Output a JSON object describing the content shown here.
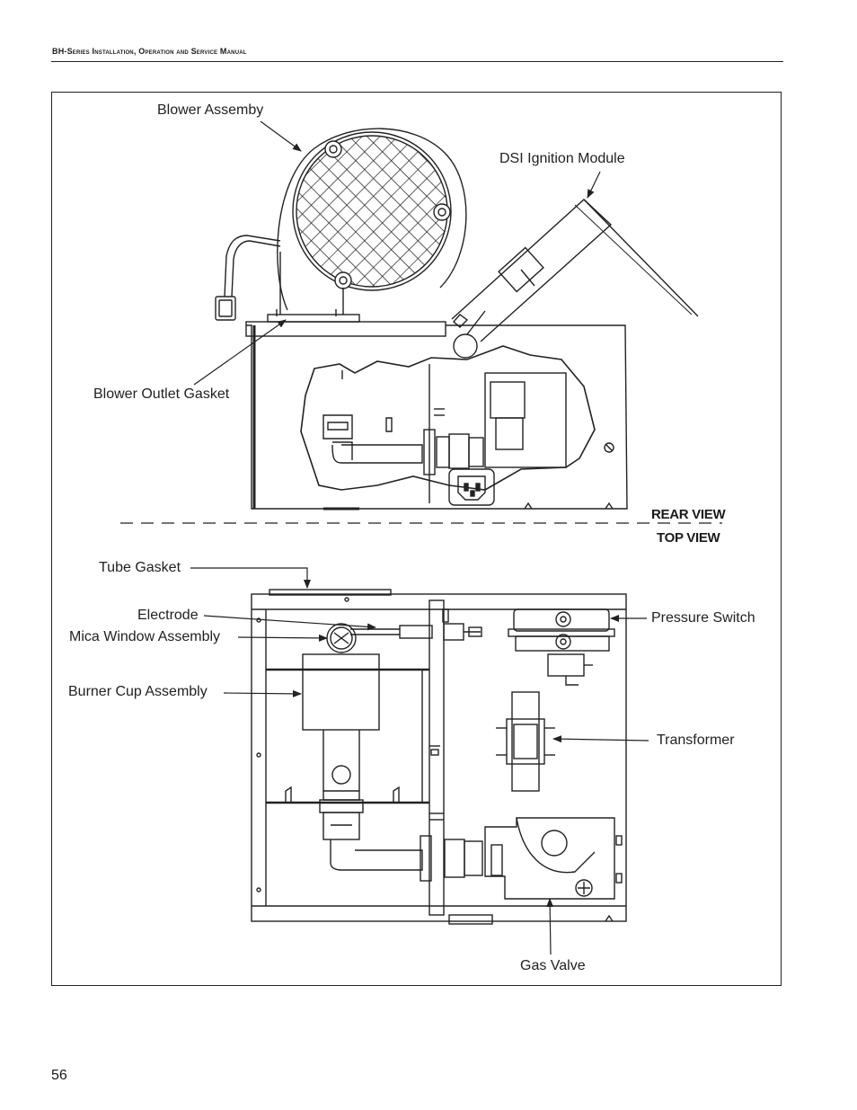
{
  "header": {
    "title": "BH-Series Installation, Operation and Service Manual"
  },
  "figure": {
    "rear_view": {
      "label": "REAR VIEW",
      "callouts": {
        "blower_assembly": "Blower Assemby",
        "dsi_ignition_module": "DSI Ignition Module",
        "blower_outlet_gasket": "Blower Outlet Gasket"
      }
    },
    "top_view": {
      "label": "TOP VIEW",
      "callouts": {
        "tube_gasket": "Tube Gasket",
        "electrode": "Electrode",
        "mica_window_assembly": "Mica Window Assembly",
        "burner_cup_assembly": "Burner Cup Assembly",
        "pressure_switch": "Pressure Switch",
        "transformer": "Transformer",
        "gas_valve": "Gas Valve"
      }
    }
  },
  "footer": {
    "page_number": "56"
  }
}
